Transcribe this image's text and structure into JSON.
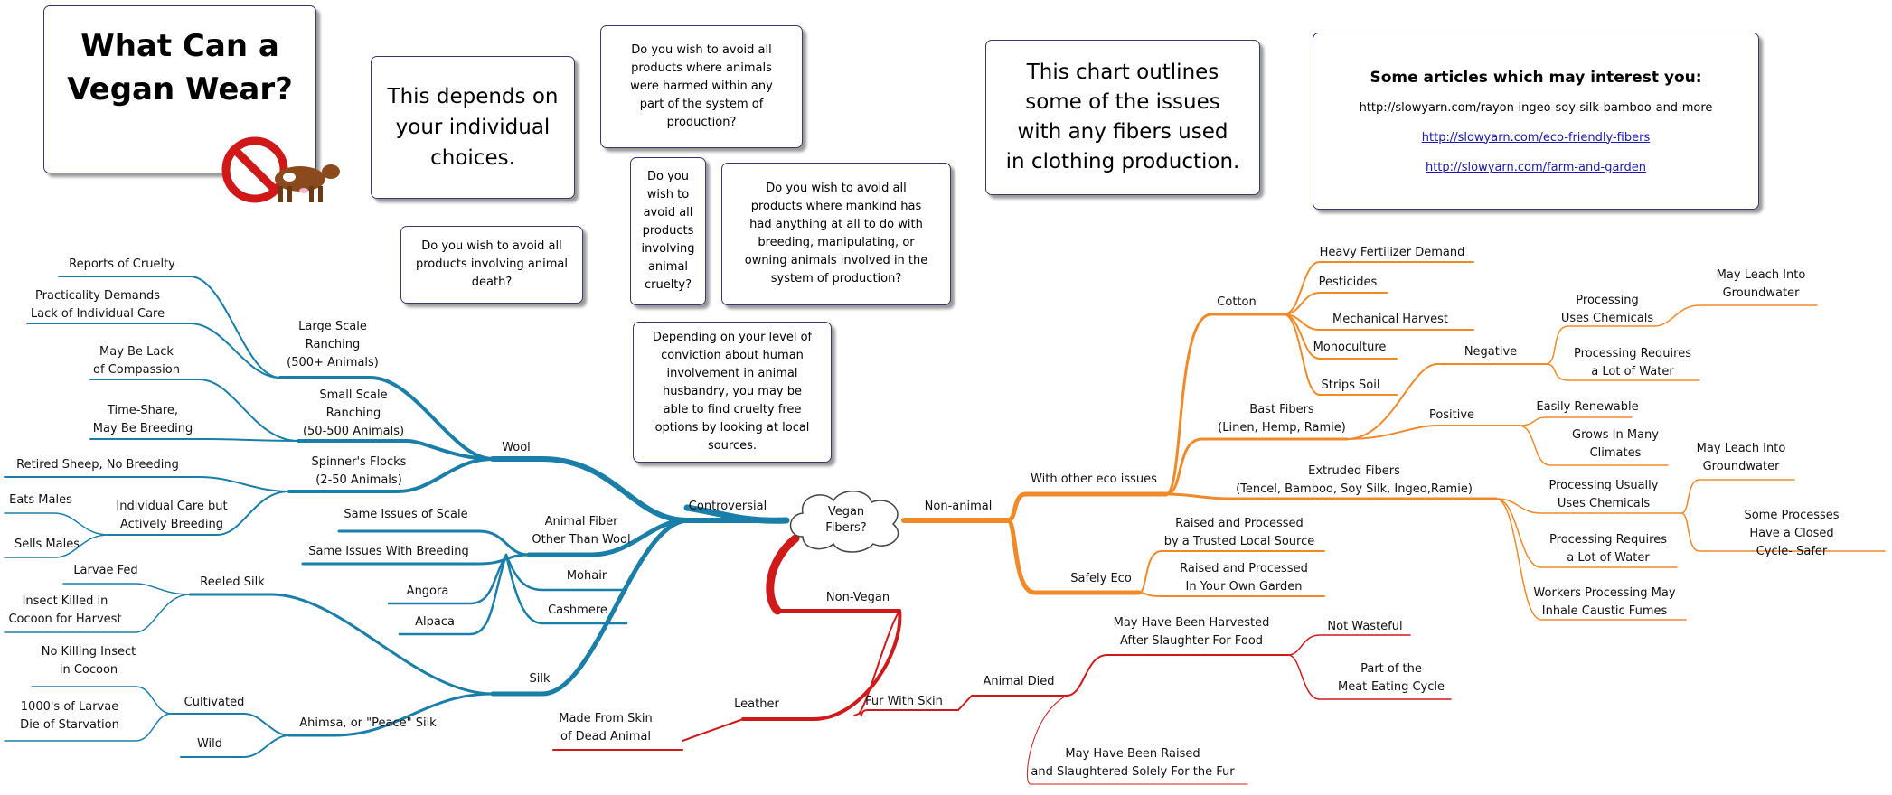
{
  "title": "What Can a\nVegan Wear?",
  "boxes": {
    "depends": "This depends on\nyour individual\nchoices.",
    "q_harmed": "Do you wish to avoid all\nproducts where animals\nwere harmed within any\npart of the system of\nproduction?",
    "q_death": "Do you wish to avoid all\nproducts involving animal\ndeath?",
    "q_cruelty": "Do you\nwish to\navoid all\nproducts\ninvolving\nanimal\ncruelty?",
    "q_mankind": "Do you wish to avoid all\nproducts where mankind has\nhad anything at all to do with\nbreeding, manipulating, or\nowning animals involved in the\nsystem of production?",
    "depending": "Depending on your level of\nconviction about human\ninvolvement in animal\nhusbandry, you may be\nable to find cruelty free\noptions by looking at local\nsources.",
    "outline": "This chart outlines\nsome of the issues\nwith any fibers used\nin clothing production."
  },
  "articles": {
    "heading": "Some articles which may interest you:",
    "links": [
      "http://slowyarn.com/rayon-ingeo-soy-silk-bamboo-and-more",
      "http://slowyarn.com/eco-friendly-fibers",
      "http://slowyarn.com/farm-and-garden"
    ]
  },
  "center": "Vegan\nFibers?",
  "colors": {
    "controversial": "#1a7fa8",
    "non_animal": "#f08a28",
    "non_vegan": "#d01a1a",
    "box_border": "#3a3a6a",
    "link": "#1a1aaa"
  },
  "icons": [
    "no-sign-icon",
    "cow-icon"
  ],
  "labels": {
    "controversial": "Controversial",
    "wool": "Wool",
    "large_scale": "Large Scale\nRanching\n(500+ Animals)",
    "small_scale": "Small Scale\nRanching\n(50-500 Animals)",
    "spinners": "Spinner's Flocks\n(2-50 Animals)",
    "reports_cruelty": "Reports of Cruelty",
    "practicality": "Practicality Demands\nLack of Individual Care",
    "lack_compassion": "May Be Lack\nof Compassion",
    "time_share": "Time-Share,\nMay Be Breeding",
    "retired_sheep": "Retired Sheep, No Breeding",
    "individual_care": "Individual Care but\nActively Breeding",
    "eats_males": "Eats Males",
    "sells_males": "Sells Males",
    "animal_fiber": "Animal Fiber\nOther Than Wool",
    "same_scale": "Same Issues of Scale",
    "same_breeding": "Same Issues With Breeding",
    "mohair": "Mohair",
    "cashmere": "Cashmere",
    "angora": "Angora",
    "alpaca": "Alpaca",
    "silk": "Silk",
    "reeled_silk": "Reeled Silk",
    "larvae_fed": "Larvae Fed",
    "insect_killed": "Insect Killed in\nCocoon for Harvest",
    "ahimsa": "Ahimsa, or \"Peace\" Silk",
    "cultivated": "Cultivated",
    "wild": "Wild",
    "no_killing": "No Killing Insect\nin Cocoon",
    "larvae_starvation": "1000's of Larvae\nDie of Starvation",
    "non_animal": "Non-animal",
    "eco_issues": "With other eco issues",
    "cotton": "Cotton",
    "fertilizer": "Heavy Fertilizer Demand",
    "pesticides": "Pesticides",
    "mech_harvest": "Mechanical Harvest",
    "monoculture": "Monoculture",
    "strips_soil": "Strips Soil",
    "bast": "Bast Fibers\n(Linen, Hemp, Ramie)",
    "negative": "Negative",
    "positive": "Positive",
    "proc_chem": "Processing\nUses Chemicals",
    "leach1": "May Leach Into\nGroundwater",
    "proc_water": "Processing Requires\na Lot of Water",
    "renewable": "Easily Renewable",
    "climates": "Grows In Many\nClimates",
    "extruded": "Extruded Fibers\n(Tencel, Bamboo, Soy Silk, Ingeo,Ramie)",
    "proc_usually": "Processing Usually\nUses Chemicals",
    "leach2": "May Leach Into\nGroundwater",
    "closed_cycle": "Some Processes\nHave a Closed Cycle- Safer",
    "proc_water2": "Processing Requires\na Lot of Water",
    "workers": "Workers Processing May\nInhale Caustic Fumes",
    "safely_eco": "Safely Eco",
    "trusted": "Raised and Processed\nby a Trusted Local Source",
    "garden": "Raised and Processed\nIn Your Own Garden",
    "non_vegan": "Non-Vegan",
    "leather": "Leather",
    "skin": "Made From Skin\nof Dead Animal",
    "fur": "Fur With Skin",
    "animal_died": "Animal Died",
    "harvested": "May Have Been Harvested\nAfter Slaughter For Food",
    "not_wasteful": "Not Wasteful",
    "meat_cycle": "Part of the\nMeat-Eating Cycle",
    "raised_fur": "May Have Been Raised\nand Slaughtered Solely For the Fur"
  }
}
